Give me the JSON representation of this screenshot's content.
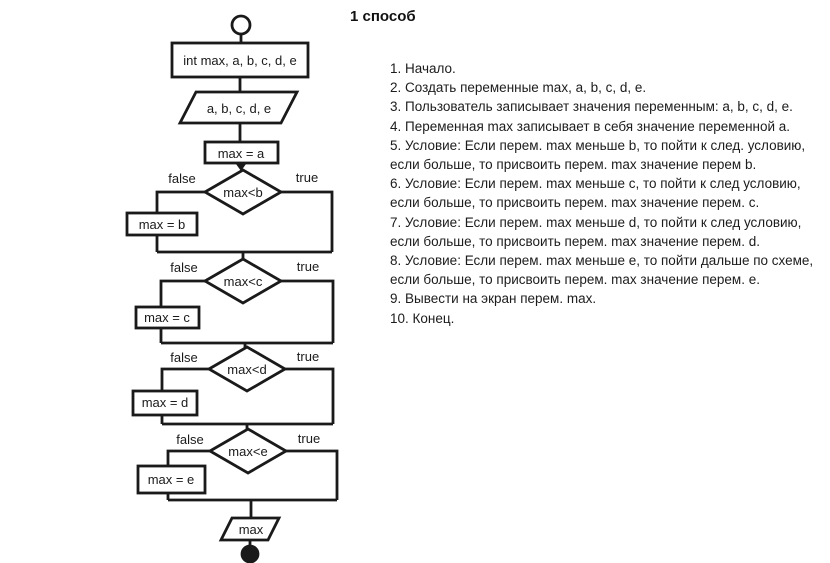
{
  "title": "1 способ",
  "colors": {
    "ink": "#1a1a1a",
    "background": "#ffffff"
  },
  "flowchart": {
    "nodes": {
      "declare": "int max, a, b, c, d, e",
      "input": "a, b, c, d, e",
      "assign_a": "max = a",
      "cond_b": "max<b",
      "assign_b": "max = b",
      "cond_c": "max<c",
      "assign_c": "max = c",
      "cond_d": "max<d",
      "assign_d": "max = d",
      "cond_e": "max<e",
      "assign_e": "max = e",
      "output": "max"
    },
    "labels": {
      "false": "false",
      "true": "true"
    }
  },
  "steps": [
    "1. Начало.",
    "2. Создать переменные max, a, b, c, d, e.",
    "3. Пользователь записывает значения переменным: a, b, c, d, e.",
    "4. Переменная max записывает в себя значение переменной a.",
    "5. Условие: Если перем. max меньше b, то пойти к след. условию,\nесли больше, то присвоить перем. max значение перем b.",
    "6. Условие: Если перем. max меньше c, то пойти к след условию,\nесли больше, то присвоить перем. max значение перем. c.",
    "7. Условие: Если перем. max меньше d, то пойти к след условию,\nесли больше, то присвоить перем. max значение перем. d.",
    "8. Условие: Если перем. max меньше e, то пойти дальше по схеме,\nесли больше, то присвоить перем. max значение перем. e.",
    "9. Вывести на экран перем. max.",
    "10. Конец."
  ]
}
